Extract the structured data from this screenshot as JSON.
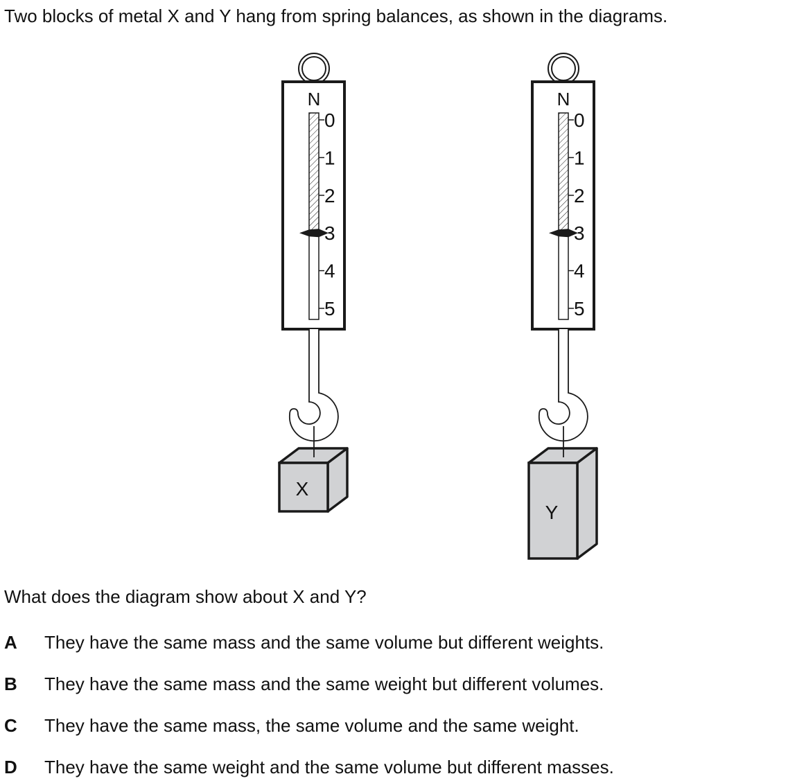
{
  "intro": "Two blocks of metal X and Y hang from spring balances, as shown in the diagrams.",
  "balances": [
    {
      "unit": "N",
      "scale": [
        "0",
        "1",
        "2",
        "3",
        "4",
        "5"
      ],
      "reading": 3,
      "block_label": "X"
    },
    {
      "unit": "N",
      "scale": [
        "0",
        "1",
        "2",
        "3",
        "4",
        "5"
      ],
      "reading": 3,
      "block_label": "Y"
    }
  ],
  "question": "What does the diagram show about X and Y?",
  "options": [
    {
      "letter": "A",
      "text": "They have the same mass and the same volume but different weights."
    },
    {
      "letter": "B",
      "text": "They have the same mass and the same weight but different volumes."
    },
    {
      "letter": "C",
      "text": "They have the same mass, the same volume and the same weight."
    },
    {
      "letter": "D",
      "text": "They have the same weight and the same volume but different masses."
    }
  ],
  "colors": {
    "block_fill": "#d1d2d4",
    "ink": "#1a1a1a"
  }
}
